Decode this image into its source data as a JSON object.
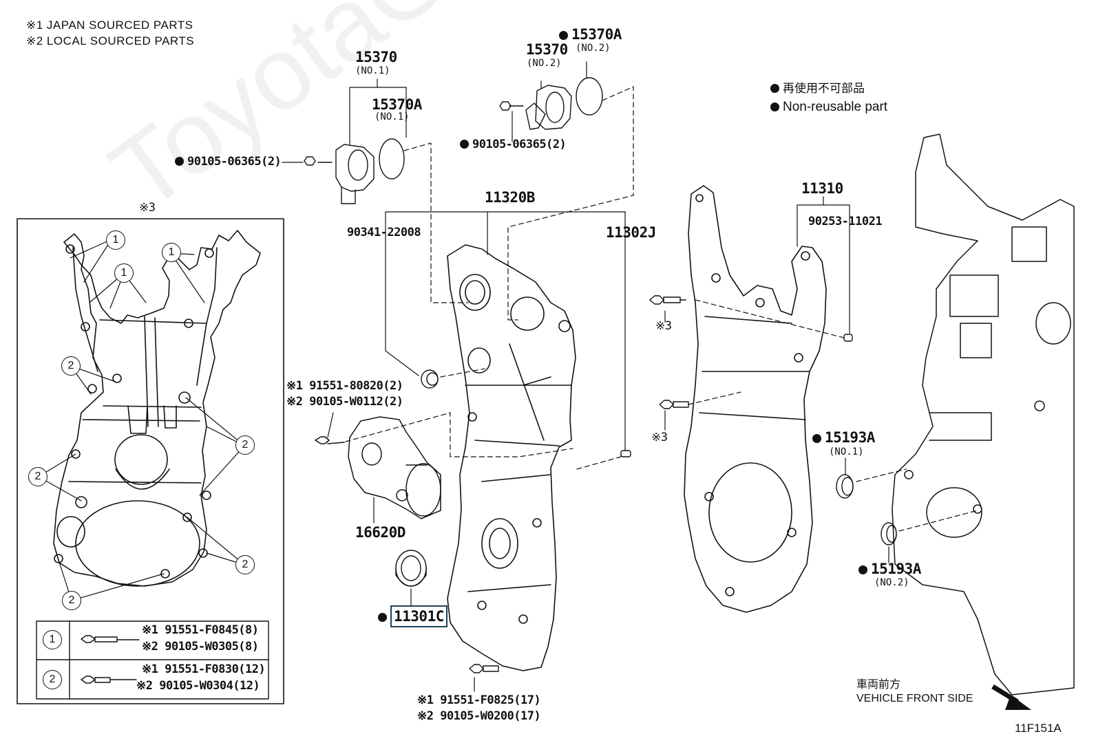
{
  "header": {
    "note1": "※1 JAPAN SOURCED PARTS",
    "note2": "※2 LOCAL SOURCED PARTS"
  },
  "legend": {
    "jp": "再使用不可部品",
    "en": "Non-reusable part"
  },
  "parts": {
    "p15370_no1": {
      "number": "15370",
      "sub": "(NO.1)"
    },
    "p15370a_no1": {
      "number": "15370A",
      "sub": "(NO.1)"
    },
    "p15370_no2": {
      "number": "15370",
      "sub": "(NO.2)"
    },
    "p15370a_no2": {
      "number": "15370A",
      "sub": "(NO.2)"
    },
    "bolt_left": "90105-06365(2)",
    "bolt_mid": "90105-06365(2)",
    "p11320b": "11320B",
    "p90341": "90341-22008",
    "p11302j": "11302J",
    "p11310": "11310",
    "p90253": "90253-11021",
    "bolt_tensioner_1": "※1 91551-80820(2)",
    "bolt_tensioner_2": "※2 90105-W0112(2)",
    "p16620d": "16620D",
    "p11301c": "11301C",
    "p15193a_no1": {
      "number": "15193A",
      "sub": "(NO.1)"
    },
    "p15193a_no2": {
      "number": "15193A",
      "sub": "(NO.2)"
    },
    "mark3_a": "※3",
    "mark3_b": "※3",
    "bottom_bolt_1": "※1 91551-F0825(17)",
    "bottom_bolt_2": "※2 90105-W0200(17)"
  },
  "inset": {
    "label": "※3",
    "callout1": "1",
    "callout2": "2",
    "table": [
      {
        "key": "1",
        "line1": "※1 91551-F0845(8)",
        "line2": "※2 90105-W0305(8)"
      },
      {
        "key": "2",
        "line1": "※1 91551-F0830(12)",
        "line2": "※2 90105-W0304(12)"
      }
    ]
  },
  "front": {
    "jp": "車両前方",
    "en": "VEHICLE FRONT SIDE"
  },
  "watermark": "ToyotaGarMne.ru",
  "figure_code": "11F151A"
}
